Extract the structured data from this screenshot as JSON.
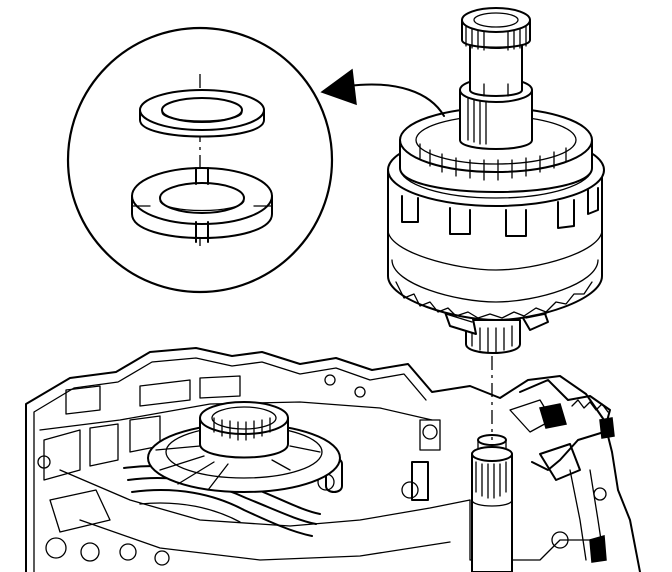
{
  "illustration": {
    "parts": [
      "detail-callout",
      "thrust-washer",
      "thrust-bearing-split",
      "removal-arrow",
      "clutch-gear-assembly",
      "input-shaft",
      "transmission-case",
      "case-hub-bearing",
      "output-shaft"
    ],
    "colors": {
      "ink": "#000000",
      "background": "#ffffff"
    }
  }
}
